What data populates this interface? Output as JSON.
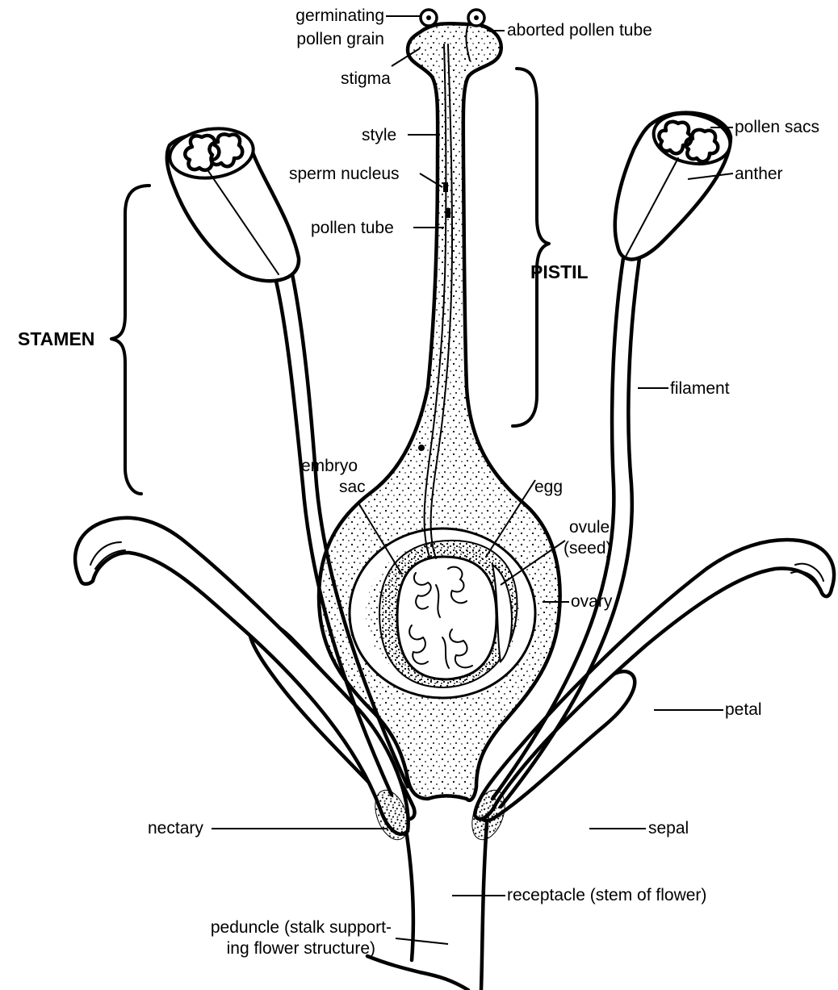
{
  "labels": {
    "germinating": "germinating",
    "pollen_grain": "pollen grain",
    "aborted_pollen_tube": "aborted pollen tube",
    "stigma": "stigma",
    "style": "style",
    "sperm_nucleus": "sperm nucleus",
    "pollen_tube": "pollen tube",
    "pollen_sacs": "pollen sacs",
    "anther": "anther",
    "pistil": "PISTIL",
    "stamen": "STAMEN",
    "filament": "filament",
    "embryo": "embryo",
    "sac": "sac",
    "egg": "egg",
    "ovule": "ovule",
    "seed": "(seed)",
    "ovary": "ovary",
    "petal": "petal",
    "nectary": "nectary",
    "sepal": "sepal",
    "receptacle": "receptacle (stem of flower)",
    "peduncle_line1": "peduncle (stalk support-",
    "peduncle_line2": "ing flower structure)"
  }
}
